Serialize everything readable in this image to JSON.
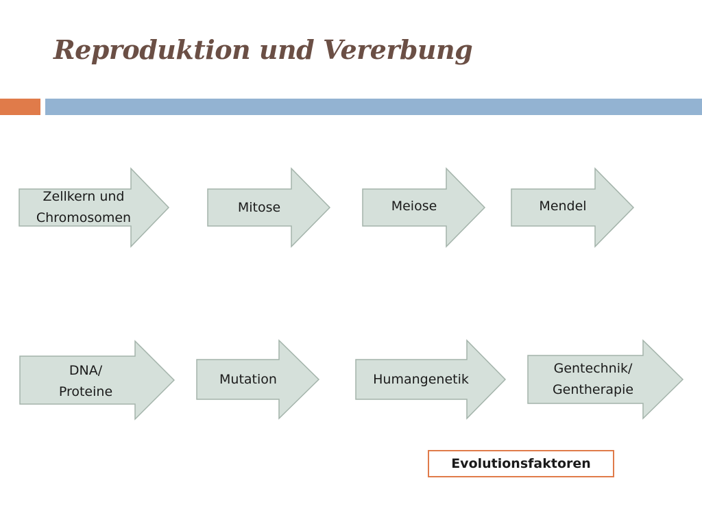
{
  "slide": {
    "title": "Reproduktion und Vererbung"
  },
  "arrows": [
    {
      "label": "Zellkern und\nChromosomen"
    },
    {
      "label": "Mitose"
    },
    {
      "label": "Meiose"
    },
    {
      "label": "Mendel"
    },
    {
      "label": "DNA/\nProteine"
    },
    {
      "label": "Mutation"
    },
    {
      "label": "Humangenetik"
    },
    {
      "label": "Gentechnik/\nGentherapie"
    }
  ],
  "evolution_box": {
    "label": "Evolutionsfaktoren"
  },
  "colors": {
    "title": "#6b4f45",
    "accent_orange": "#e07b4a",
    "accent_blue": "#93b3d2",
    "arrow_fill": "#d5e0da",
    "arrow_stroke": "#a3b3aa"
  }
}
